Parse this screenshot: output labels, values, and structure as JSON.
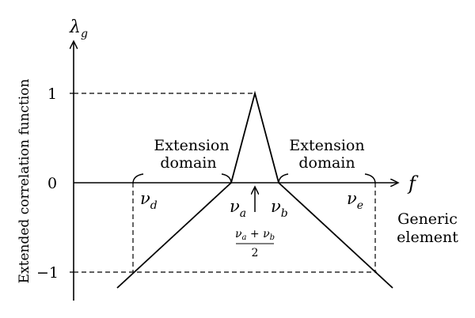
{
  "axes": {
    "y_label": "Extended correlation function",
    "y_var_base": "λ",
    "y_var_sub": "g",
    "x_var": "f",
    "y_ticks": [
      "1",
      "0",
      "−1"
    ]
  },
  "labels": {
    "ext_left_1": "Extension",
    "ext_left_2": "domain",
    "ext_right_1": "Extension",
    "ext_right_2": "domain",
    "generic_1": "Generic",
    "generic_2": "element"
  },
  "nu": {
    "base": "ν",
    "d": "d",
    "a": "a",
    "b": "b",
    "e": "e",
    "frac_num_a": "a",
    "frac_plus": " + ",
    "frac_num_b": "b",
    "frac_den": "2"
  }
}
